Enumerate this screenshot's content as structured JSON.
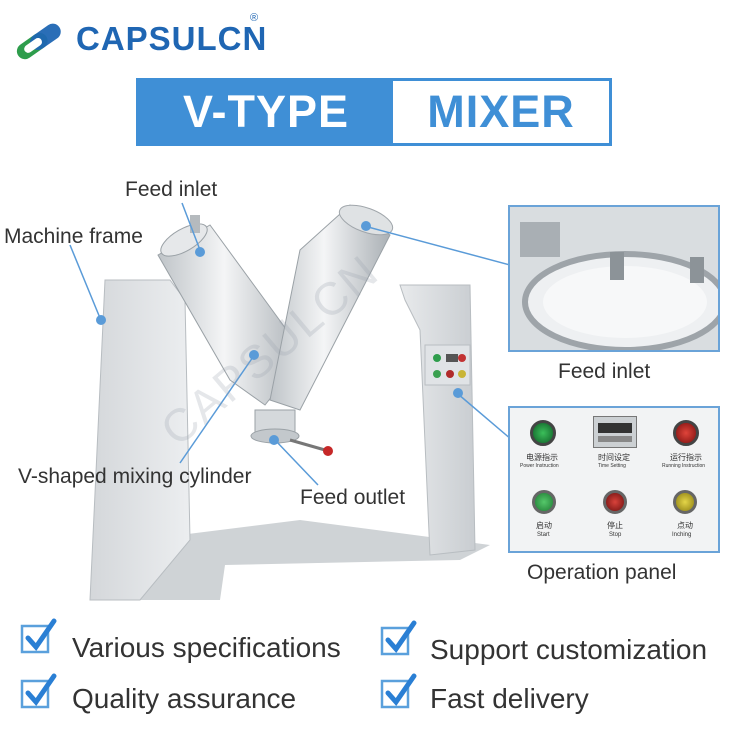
{
  "brand": {
    "name": "CAPSULCN",
    "registered_mark": "®"
  },
  "title": {
    "left": "V-TYPE",
    "right": "MIXER"
  },
  "callouts": {
    "feed_inlet": "Feed inlet",
    "machine_frame": "Machine frame",
    "v_cylinder": "V-shaped mixing cylinder",
    "feed_outlet": "Feed outlet",
    "inset_feed_inlet": "Feed inlet",
    "operation_panel": "Operation panel"
  },
  "panel": {
    "power_label": "电源指示",
    "power_sub": "Power Instruction",
    "time_label": "时间设定",
    "time_sub": "Time Setting",
    "run_label": "运行指示",
    "run_sub": "Running Instruction",
    "start_cn": "启动",
    "start_en": "Start",
    "stop_cn": "停止",
    "stop_en": "Stop",
    "inch_cn": "点动",
    "inch_en": "Inching"
  },
  "watermark": "CAPSULCN",
  "features": [
    "Various specifications",
    "Support customization",
    "Quality assurance",
    "Fast delivery"
  ],
  "colors": {
    "brand_blue": "#1f66b3",
    "banner_blue": "#3f8fd6",
    "check_blue": "#2a7fd4",
    "line_blue": "#5a9bd8"
  }
}
